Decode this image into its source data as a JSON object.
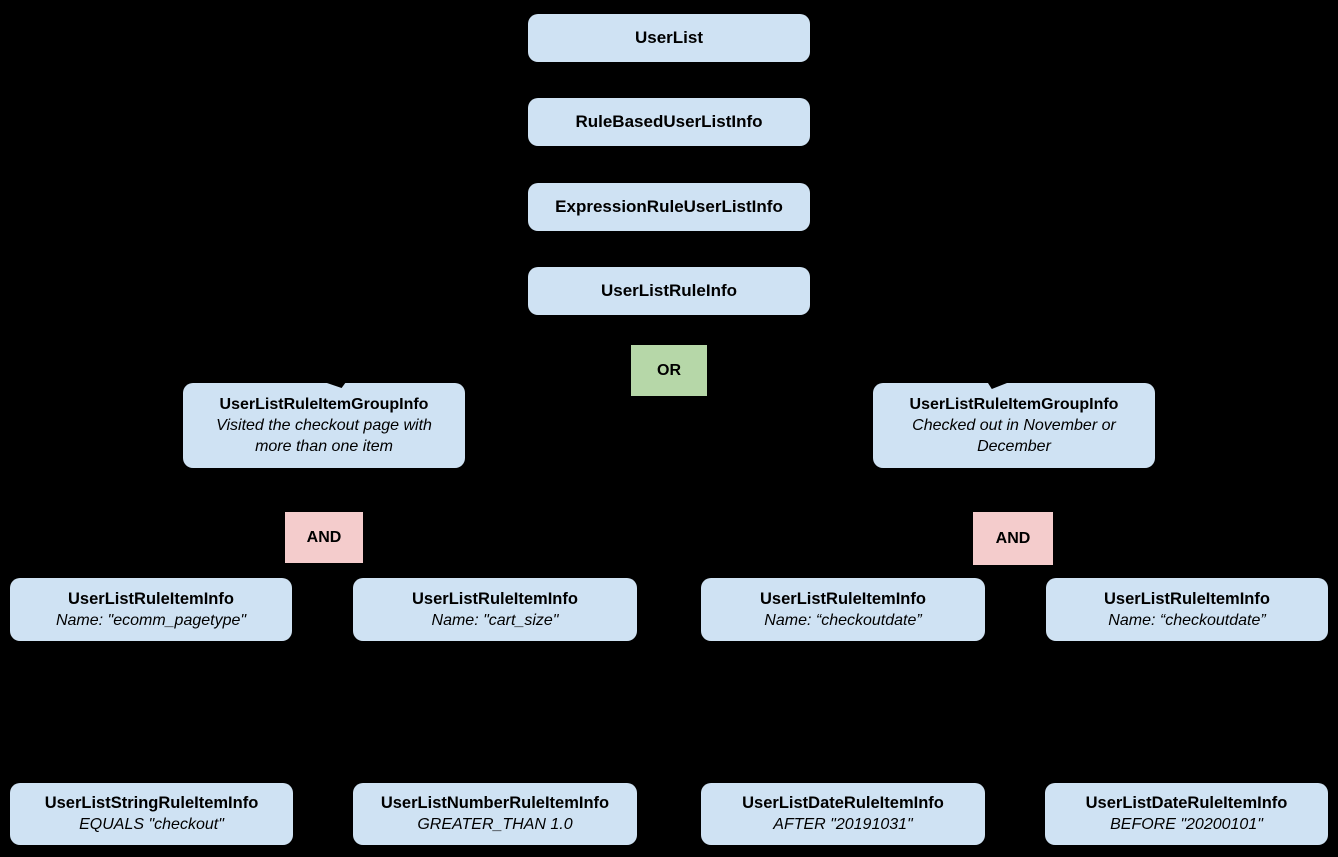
{
  "diagram": {
    "background_color": "#000000",
    "node_fill_color": "#cfe2f3",
    "or_fill_color": "#b6d7a8",
    "and_fill_color": "#f4cccc",
    "text_color": "#000000",
    "chain": [
      {
        "label": "UserList"
      },
      {
        "label": "RuleBasedUserListInfo"
      },
      {
        "label": "ExpressionRuleUserListInfo"
      },
      {
        "label": "UserListRuleInfo"
      }
    ],
    "or_operator": {
      "label": "OR"
    },
    "groups": [
      {
        "title": "UserListRuleItemGroupInfo",
        "description": "Visited the checkout page with more than one item",
        "operator": {
          "label": "AND"
        },
        "rule_items": [
          {
            "title": "UserListRuleItemInfo",
            "detail": "Name: \"ecomm_pagetype\""
          },
          {
            "title": "UserListRuleItemInfo",
            "detail": "Name: \"cart_size\""
          }
        ],
        "leaf_items": [
          {
            "title": "UserListStringRuleItemInfo",
            "detail": "EQUALS \"checkout\""
          },
          {
            "title": "UserListNumberRuleItemInfo",
            "detail": "GREATER_THAN 1.0"
          }
        ]
      },
      {
        "title": "UserListRuleItemGroupInfo",
        "description": "Checked out in November or December",
        "operator": {
          "label": "AND"
        },
        "rule_items": [
          {
            "title": "UserListRuleItemInfo",
            "detail": "Name: “checkoutdate”"
          },
          {
            "title": "UserListRuleItemInfo",
            "detail": "Name: “checkoutdate”"
          }
        ],
        "leaf_items": [
          {
            "title": "UserListDateRuleItemInfo",
            "detail": "AFTER \"20191031\""
          },
          {
            "title": "UserListDateRuleItemInfo",
            "detail": "BEFORE \"20200101\""
          }
        ]
      }
    ]
  }
}
